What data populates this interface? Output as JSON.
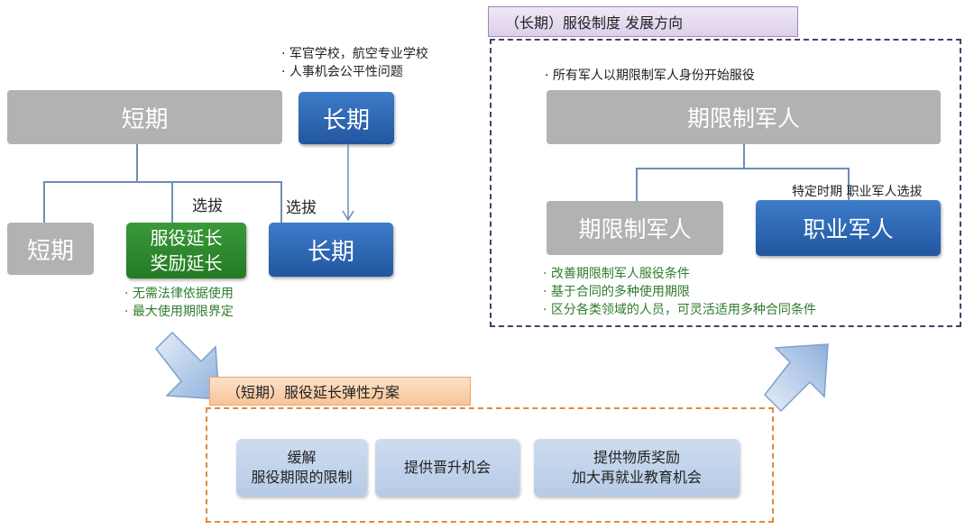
{
  "left": {
    "notes_top": [
      "军官学校，航空专业学校",
      "人事机会公平性问题"
    ],
    "short_top": "短期",
    "long_top": "长期",
    "short_bottom": "短期",
    "extension_line1": "服役延长",
    "extension_line2": "奖励延长",
    "long_bottom": "长期",
    "select_label_1": "选拔",
    "select_label_2": "选拔",
    "notes_bottom": [
      "无需法律依据使用",
      "最大使用期限界定"
    ]
  },
  "bottom": {
    "title": "（短期）服役延长弹性方案",
    "item1_line1": "缓解",
    "item1_line2": "服役期限的限制",
    "item2": "提供晋升机会",
    "item3_line1": "提供物质奖励",
    "item3_line2": "加大再就业教育机会"
  },
  "right": {
    "title": "（长期）服役制度 发展方向",
    "note_top": "所有军人以期限制军人身份开始服役",
    "fixed_term_top": "期限制军人",
    "fixed_term_bottom": "期限制军人",
    "professional": "职业军人",
    "select_label": "特定时期 职业军人选拔",
    "notes_bottom": [
      "改善期限制军人服役条件",
      "基于合同的多种使用期限",
      "区分各类领域的人员，可灵活适用多种合同条件"
    ]
  },
  "colors": {
    "blue": "#2f69b3",
    "green": "#2e8b2e",
    "gray": "#b2b2b2",
    "orange_dash": "#e08a3c",
    "purple_dash": "#4a3f6b",
    "arrow": "#9ab8e0"
  }
}
